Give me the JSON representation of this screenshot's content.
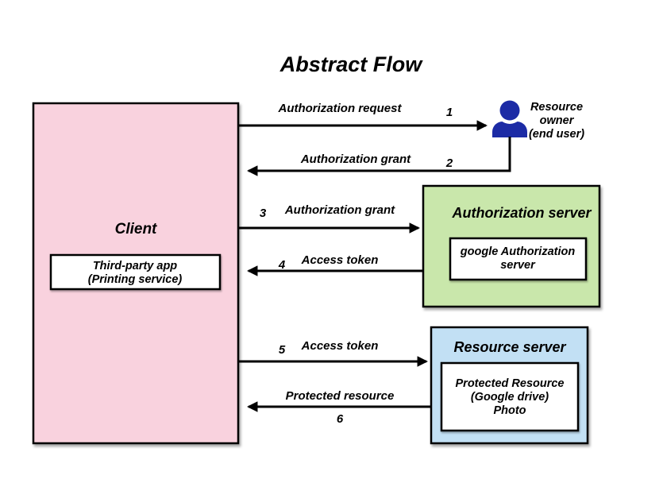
{
  "title": "Abstract Flow",
  "colors": {
    "title": "#8d4a96",
    "client_fill": "#f9d2de",
    "auth_server_fill": "#c9e7ab",
    "resource_server_fill": "#c2e0f4",
    "inner_box_fill": "#ffffff",
    "person_icon": "#1c2ba5",
    "line": "#000000"
  },
  "client": {
    "label": "Client",
    "inner_line1": "Third-party app",
    "inner_line2": "(Printing service)"
  },
  "resource_owner": {
    "icon": "person-icon",
    "line1": "Resource",
    "line2": "owner",
    "line3": "(end user)"
  },
  "auth_server": {
    "label": "Authorization server",
    "inner_line1": "google Authorization",
    "inner_line2": "server"
  },
  "resource_server": {
    "label": "Resource server",
    "inner_line1": "Protected Resource",
    "inner_line2": "(Google drive)",
    "inner_line3": "Photo"
  },
  "flows": [
    {
      "step": "1",
      "label": "Authorization request",
      "from": "client",
      "to": "resource_owner",
      "direction": "right"
    },
    {
      "step": "2",
      "label": "Authorization grant",
      "from": "resource_owner",
      "to": "client",
      "direction": "left"
    },
    {
      "step": "3",
      "label": "Authorization grant",
      "from": "client",
      "to": "auth_server",
      "direction": "right"
    },
    {
      "step": "4",
      "label": "Access token",
      "from": "auth_server",
      "to": "client",
      "direction": "left"
    },
    {
      "step": "5",
      "label": "Access token",
      "from": "client",
      "to": "resource_server",
      "direction": "right"
    },
    {
      "step": "6",
      "label": "Protected resource",
      "from": "resource_server",
      "to": "client",
      "direction": "left"
    }
  ]
}
